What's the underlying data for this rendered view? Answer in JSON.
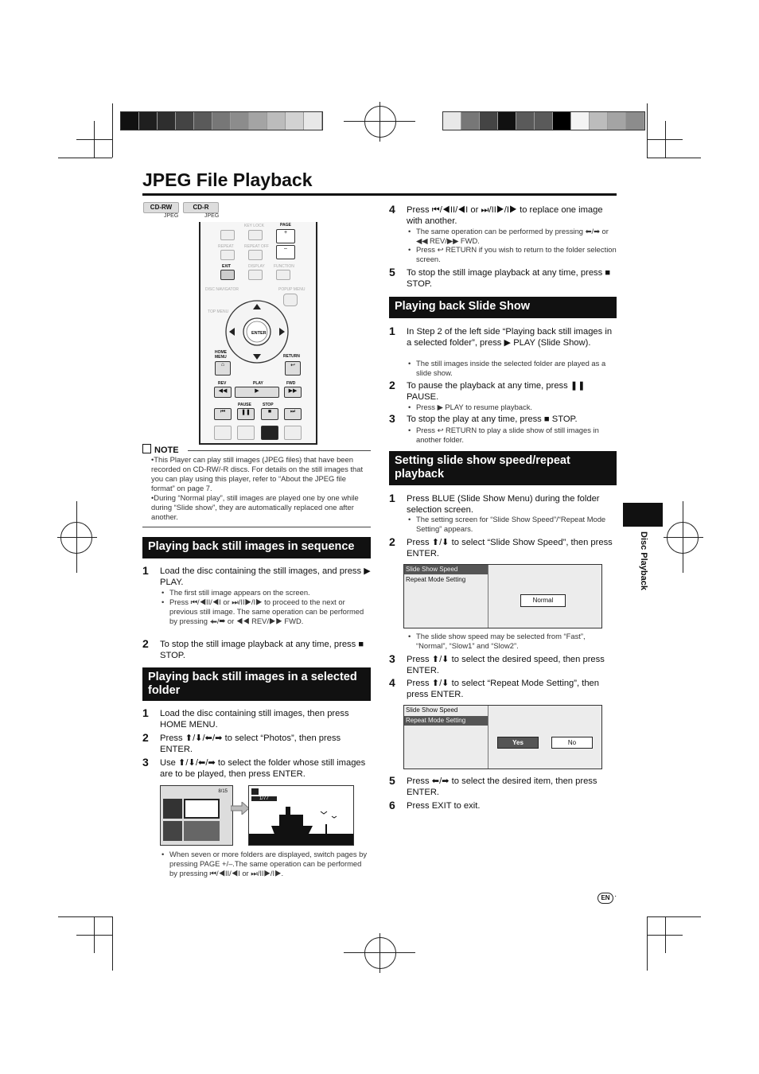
{
  "page": {
    "title": "JPEG File Playback",
    "side_tab": "Disc Playback",
    "lang_badge": "EN",
    "dot": "·"
  },
  "chips": [
    {
      "label": "CD-RW",
      "sub": "JPEG"
    },
    {
      "label": "CD-R",
      "sub": "JPEG"
    }
  ],
  "remote": {
    "labels": [
      "KEY LOCK",
      "PAGE",
      "REPEAT",
      "REPEAT OFF",
      "EXIT",
      "DISPLAY",
      "FUNCTION",
      "DISC NAVIGATOR",
      "POPUP MENU",
      "TOP MENU",
      "ENTER",
      "HOME MENU",
      "RETURN",
      "REV",
      "PLAY",
      "FWD",
      "PAUSE",
      "STOP"
    ],
    "page_plus": "+",
    "page_minus": "–"
  },
  "note": {
    "heading": "NOTE",
    "items": [
      "This Player can play still images (JPEG files) that have been recorded on CD-RW/-R discs. For details on the still images that you can play using this player, refer to “About the JPEG file format” on page 7.",
      "During “Normal play”, still images are played one by one while during “Slide show”, they are automatically replaced one after another."
    ]
  },
  "sec1": {
    "heading": "Playing back still images in sequence",
    "s1": "Load the disc containing the still images, and press ▶ PLAY.",
    "s1b1": "The first still image appears on the screen.",
    "s1b2": "Press ⏮/◀II/◀I or ⏭/II▶/I▶ to proceed to the next or previous still image. The same operation can be performed by pressing ⬅/➡ or ◀◀ REV/▶▶ FWD.",
    "s2": "To stop the still image playback at any time, press ■ STOP."
  },
  "sec2": {
    "heading": "Playing back still images in a selected folder",
    "s1": "Load the disc containing still images, then press HOME MENU.",
    "s2": "Press ⬆/⬇/⬅/➡ to select “Photos”, then press ENTER.",
    "s3": "Use ⬆/⬇/⬅/➡ to select the folder whose still images are to be played, then press ENTER.",
    "thumb_count": "8/15",
    "photo_count": "1/77",
    "b1": "When seven or more folders are displayed, switch pages by pressing PAGE +/–.The same operation can be performed by pressing ⏮/◀II/◀I or ⏭/II▶/I▶."
  },
  "right_top": {
    "s4": "Press ⏮/◀II/◀I or ⏭/II▶/I▶ to replace one image with another.",
    "s4b1": "The same operation can be performed by pressing ⬅/➡ or ◀◀ REV/▶▶ FWD.",
    "s4b2": "Press ↩ RETURN if you wish to return to the folder selection screen.",
    "s5": "To stop the still image playback at any time, press ■ STOP."
  },
  "sec3": {
    "heading": "Playing back Slide Show",
    "s1": "In Step 2 of the left side “Playing back still images in a selected folder”, press ▶ PLAY (Slide Show).",
    "s1b1": "The still images inside the selected folder are played as a slide show.",
    "s2": "To pause the playback at any time, press ❚❚ PAUSE.",
    "s2b1": "Press ▶ PLAY to resume playback.",
    "s3": "To stop the play at any time, press ■ STOP.",
    "s3b1": "Press ↩ RETURN to play a slide show of still images in another folder."
  },
  "sec4": {
    "heading": "Setting slide show speed/repeat playback",
    "s1": "Press BLUE (Slide Show Menu) during the folder selection screen.",
    "s1b1": "The setting screen for “Slide Show Speed”/“Repeat Mode Setting” appears.",
    "s2": "Press ⬆/⬇ to select “Slide Show Speed”, then press ENTER.",
    "menu1": [
      "Slide Show Speed",
      "Repeat Mode Setting"
    ],
    "menu1_value": "Normal",
    "b2": "The slide show speed may be selected from “Fast”, “Normal”, “Slow1” and “Slow2”.",
    "s3": "Press ⬆/⬇ to select the desired speed, then press ENTER.",
    "s4": "Press ⬆/⬇ to select “Repeat Mode Setting”, then press ENTER.",
    "menu2": [
      "Slide Show Speed",
      "Repeat Mode Setting"
    ],
    "menu2_yes": "Yes",
    "menu2_no": "No",
    "s5": "Press ⬅/➡ to select the desired item, then press ENTER.",
    "s6": "Press EXIT to exit."
  },
  "step_numbers": [
    "1",
    "2",
    "3",
    "4",
    "5",
    "6"
  ],
  "colors": {
    "bar_dark": "#111111",
    "bar_light": "#f0f0f0"
  }
}
